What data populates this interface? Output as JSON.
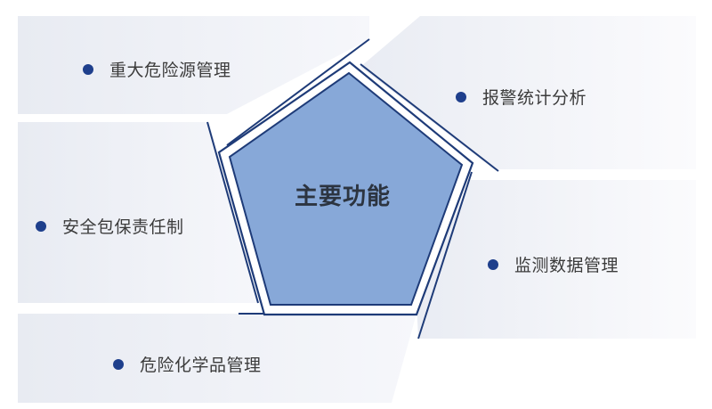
{
  "diagram": {
    "center_title": "主要功能",
    "items": [
      {
        "label": "重大危险源管理"
      },
      {
        "label": "报警统计分析"
      },
      {
        "label": "安全包保责任制"
      },
      {
        "label": "监测数据管理"
      },
      {
        "label": "危险化学品管理"
      }
    ]
  },
  "colors": {
    "pentagon_fill": "#87a8d8",
    "pentagon_border": "#1e3b78",
    "panel_fill": "#eef0f6",
    "line": "#1e3b78",
    "dot": "#1e3f8c",
    "text": "#3b3b3b"
  }
}
